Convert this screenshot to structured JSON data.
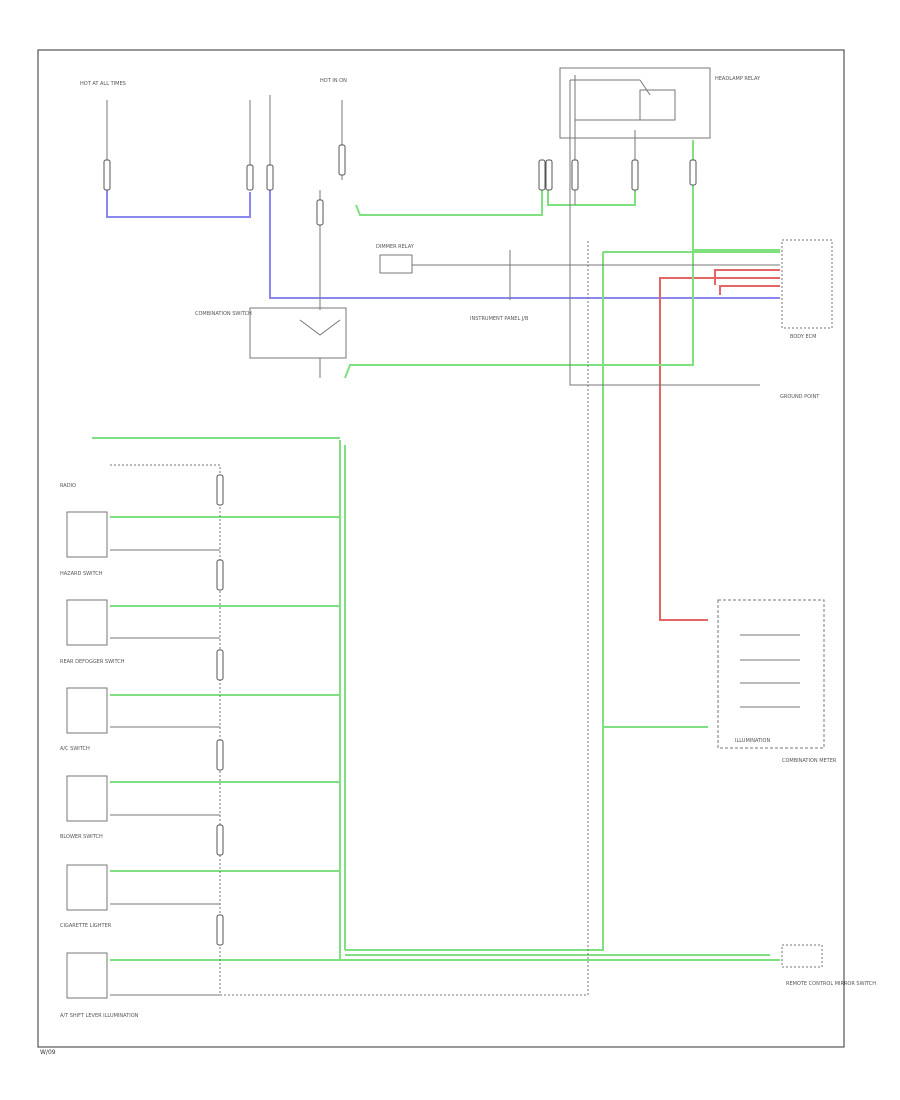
{
  "page": {
    "number": "W/09"
  },
  "colors": {
    "frame": "#555555",
    "wire_black": "#777777",
    "wire_green": "#7fe07f",
    "wire_blue": "#8a88ee",
    "wire_red": "#e56464",
    "text": "#555555"
  },
  "icons": [
    "fuse-icon",
    "switch-icon",
    "ground-icon",
    "connector-icon",
    "lamp-icon"
  ],
  "components": {
    "hot_at_all_times": "HOT AT ALL TIMES",
    "hot_in_on": "HOT IN ON",
    "headlamp_relay": "HEADLAMP RELAY",
    "combination_switch": "COMBINATION SWITCH",
    "dimmer_relay": "DIMMER RELAY",
    "instrument_panel": "INSTRUMENT PANEL J/B",
    "body_ecm": "BODY ECM",
    "combination_meter": "COMBINATION METER",
    "illumination": "ILLUMINATION",
    "hazard_switch": "HAZARD SWITCH",
    "rear_defogger_switch": "REAR DEFOGGER SWITCH",
    "a_c_switch": "A/C SWITCH",
    "blower_switch": "BLOWER SWITCH",
    "cigarette_lighter": "CIGARETTE LIGHTER",
    "a_t_shift_lever": "A/T SHIFT LEVER ILLUMINATION",
    "radio": "RADIO",
    "ground_point": "GROUND POINT",
    "mirror_control": "REMOTE CONTROL MIRROR SWITCH"
  }
}
